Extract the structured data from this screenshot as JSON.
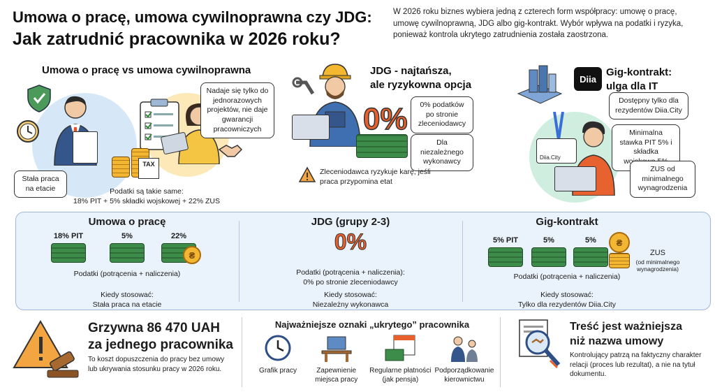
{
  "header": {
    "title_line1": "Umowa o pracę, umowa cywilnoprawna czy JDG:",
    "title_line2": "Jak zatrudnić pracownika w 2026 roku?",
    "intro": "W 2026 roku biznes wybiera jedną z czterech form współpracy: umowę o pracę, umowę cywilnoprawną, JDG albo gig-kontrakt. Wybór wpływa na podatki i ryzyka, ponieważ kontrola ukrytego zatrudnienia została zaostrzona."
  },
  "section1": {
    "title": "Umowa o pracę vs umowa cywilnoprawna",
    "bubble_right": "Nadaje się tylko do jednorazowych projektów, nie daje gwarancji pracowniczych",
    "bubble_left": "Stała praca na etacie",
    "tax_label": "TAX",
    "note_line1": "Podatki są takie same:",
    "note_line2": "18% PIT + 5% składki wojskowej + 22% ZUS"
  },
  "section2": {
    "title_line1": "JDG - najtańsza,",
    "title_line2": "ale ryzykowna opcja",
    "big_pct": "0%",
    "bubble1": "0% podatków po stronie zleceniodawcy",
    "bubble2": "Dla niezależnego wykonawcy",
    "warning": "Zleceniodawca ryzykuje karę, jeśli praca przypomina etat"
  },
  "section3": {
    "logo": "Diia",
    "title_line1": "Gig-kontrakt:",
    "title_line2": "ulga dla IT",
    "badge": "Diia.City",
    "bubble1": "Dostępny tylko dla rezydentów Diia.City",
    "bubble2": "Minimalna stawka PIT 5% i składka wojskowa 5%",
    "bubble3": "ZUS od minimalnego wynagrodzenia"
  },
  "comparison": {
    "col1": {
      "title": "Umowa o pracę",
      "items": [
        "18% PIT",
        "5%",
        "22%"
      ],
      "coin": "₴",
      "taxes": "Podatki (potrącenia + naliczenia)",
      "when_label": "Kiedy stosować:",
      "when": "Stała praca na etacie"
    },
    "col2": {
      "title": "JDG (grupy 2-3)",
      "big_pct": "0%",
      "taxes": "Podatki (potrącenia + naliczenia):",
      "taxes2": "0% po stronie zleceniodawcy",
      "when_label": "Kiedy stosować:",
      "when": "Niezależny wykonawca"
    },
    "col3": {
      "title": "Gig-kontrakt",
      "items": [
        "5% PIT",
        "5%",
        "5%"
      ],
      "coin": "₴",
      "zus": "ZUS",
      "zus_note": "(od minimalnego wynagrodzenia)",
      "taxes": "Podatki (potrącenia + naliczenia)",
      "when_label": "Kiedy stosować:",
      "when": "Tylko dla rezydentów Diia.City"
    }
  },
  "footer": {
    "fine_line1": "Grzywna 86 470 UAH",
    "fine_line2": "za jednego pracownika",
    "fine_note": "To koszt dopuszczenia do pracy bez umowy lub ukrywania stosunku pracy w 2026 roku.",
    "signs_title": "Najważniejsze oznaki „ukrytego” pracownika",
    "signs": [
      {
        "label": "Grafik pracy",
        "icon": "clock-icon"
      },
      {
        "label": "Zapewnienie miejsca pracy",
        "icon": "desk-icon"
      },
      {
        "label": "Regularne płatności (jak pensja)",
        "icon": "calendar-money-icon"
      },
      {
        "label": "Podporządkowanie kierownictwu",
        "icon": "boss-icon"
      }
    ],
    "content_line1": "Treść jest ważniejsza",
    "content_line2": "niż nazwa umowy",
    "content_note": "Kontrolujący patrzą na faktyczny charakter relacji (proces lub rezultat), a nie na tytuł dokumentu."
  }
}
